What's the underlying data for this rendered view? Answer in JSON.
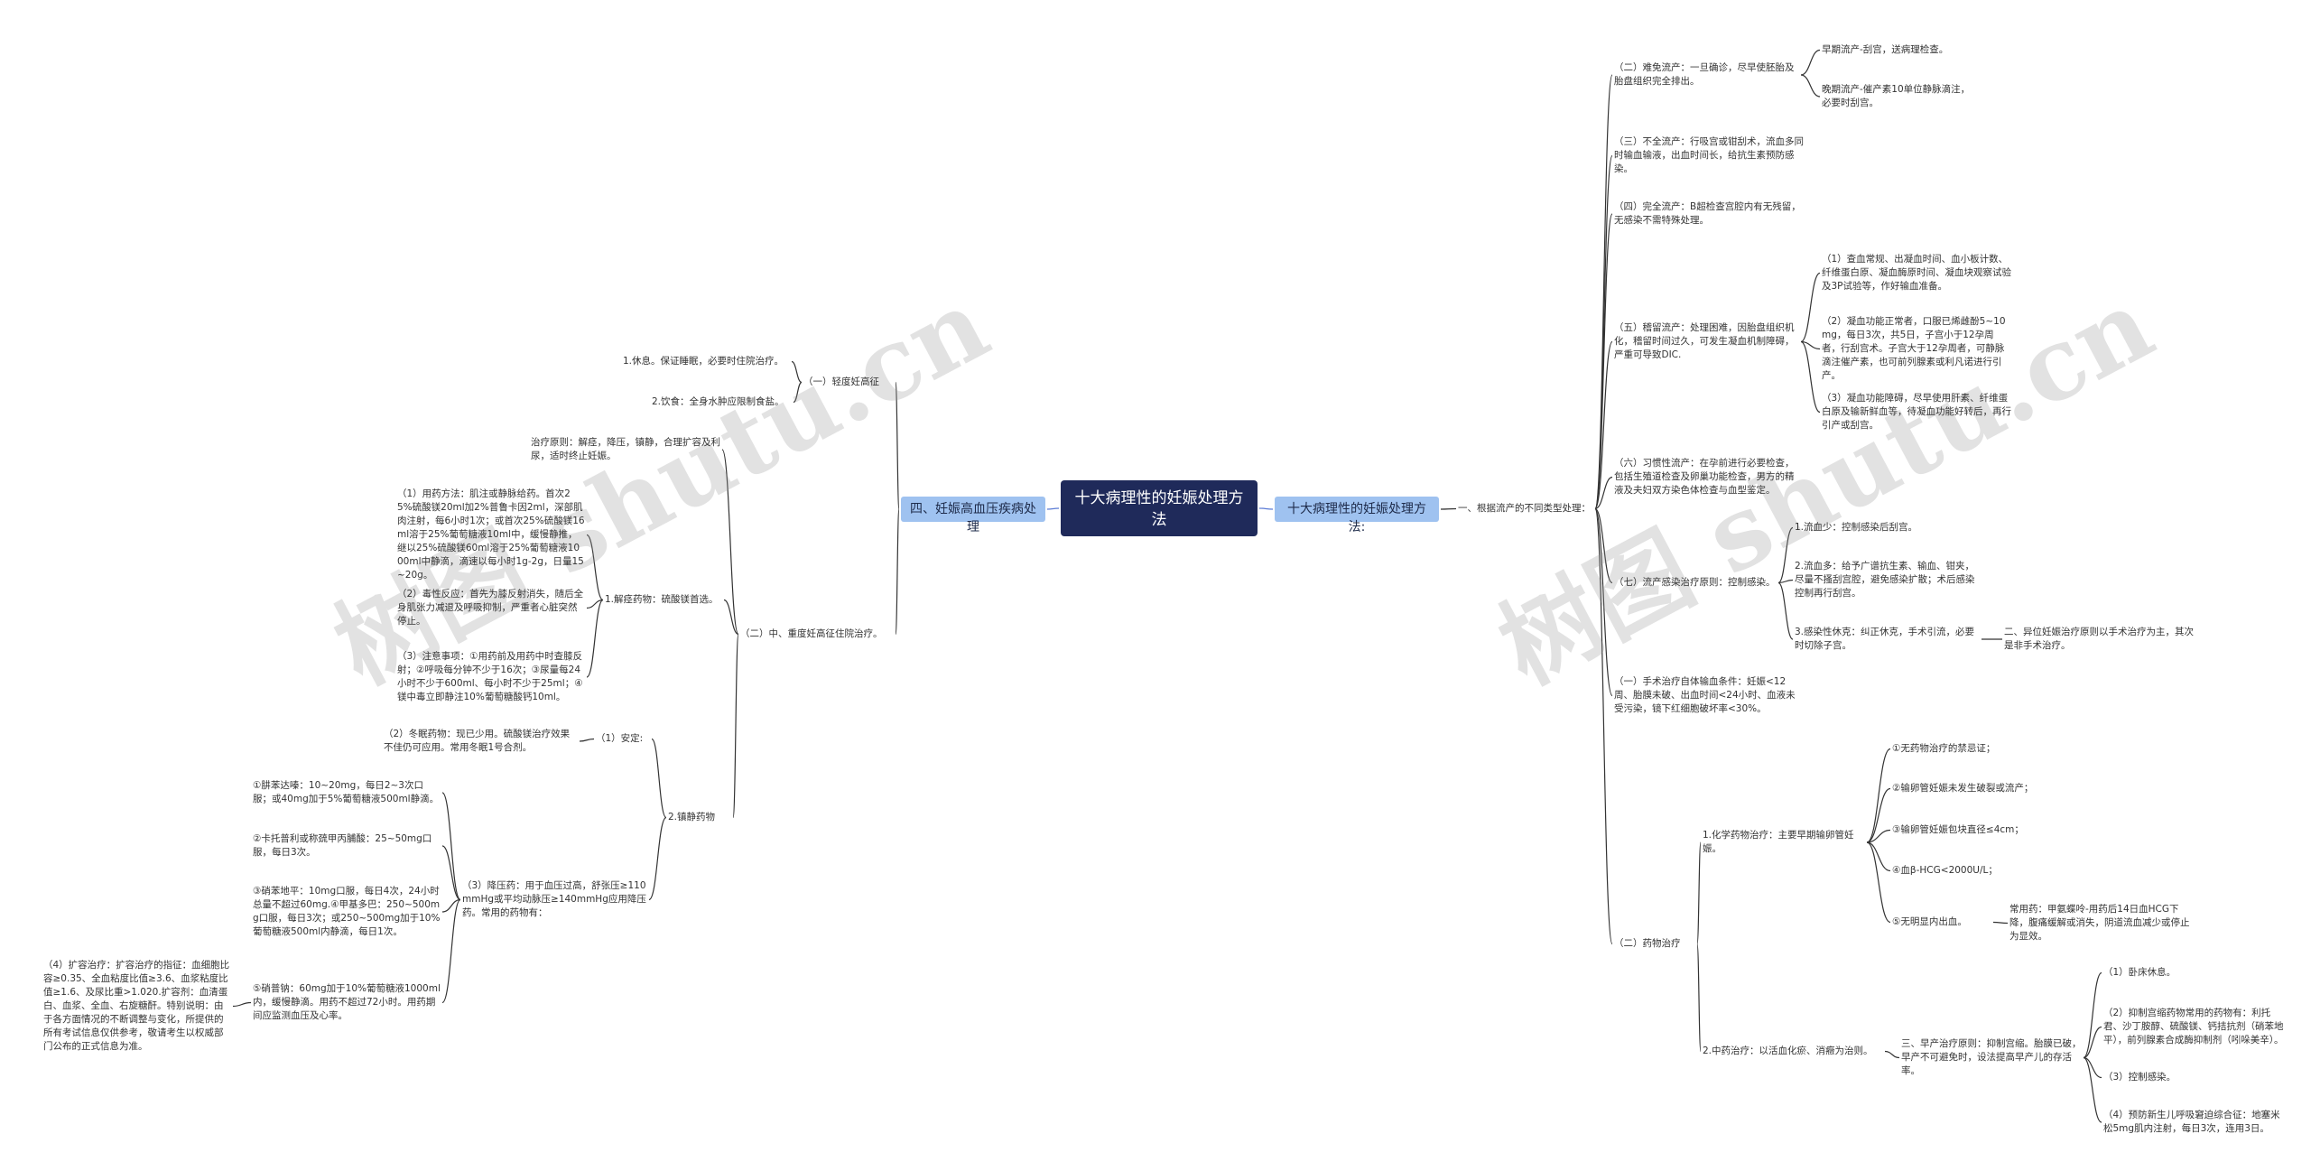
{
  "root": "十大病理性的妊娠处理方法",
  "left_main": "四、妊娠高血压疾病处理",
  "right_main": "十大病理性的妊娠处理方法:",
  "watermark": "树图 shutu.cn",
  "L": {
    "mild": "（一）轻度妊高征",
    "mild_1": "1.休息。保证睡眠，必要时住院治疗。",
    "mild_2": "2.饮食：全身水肿应限制食盐。",
    "severe": "（二）中、重度妊高征住院治疗。",
    "principle": "治疗原则：解痉，降压，镇静，合理扩容及利尿，适时终止妊娠。",
    "spasm": "1.解痉药物：硫酸镁首选。",
    "spasm_1": "（1）用药方法：肌注或静脉给药。首次25%硫酸镁20ml加2%普鲁卡因2ml，深部肌肉注射，每6小时1次；或首次25%硫酸镁16ml溶于25%葡萄糖液10ml中，缓慢静推，继以25%硫酸镁60ml溶于25%葡萄糖液1000ml中静滴，滴速以每小时1g-2g，日量15~20g。",
    "spasm_2": "（2）毒性反应：首先为膝反射消失，随后全身肌张力减退及呼吸抑制，严重者心脏突然停止。",
    "spasm_3": "（3）注意事项：①用药前及用药中时查膝反射；②呼吸每分钟不少于16次；③尿量每24小时不少于600ml、每小时不少于25ml；④镁中毒立即静注10%葡萄糖酸钙10ml。",
    "sedative": "2.镇静药物",
    "sed_1": "（1）安定:",
    "sed_1_text": "（2）冬眠药物：现已少用。硫酸镁治疗效果不佳仍可应用。常用冬眠1号合剂。",
    "sed_3": "（3）降压药：用于血压过高，舒张压≥110mmHg或平均动脉压≥140mmHg应用降压药。常用的药物有：",
    "drug_1": "①肼苯达嗪：10~20mg，每日2~3次口服；或40mg加于5%葡萄糖液500ml静滴。",
    "drug_2": "②卡托普利或称巯甲丙脯酸：25~50mg口服，每日3次。",
    "drug_3": "③硝苯地平：10mg口服，每日4次，24小时总量不超过60mg.④甲基多巴：250~500mg口服，每日3次；或250~500mg加于10%葡萄糖液500ml内静滴，每日1次。",
    "drug_5": "⑤硝普钠：60mg加于10%葡萄糖液1000ml内，缓慢静滴。用药不超过72小时。用药期间应监测血压及心率。",
    "expand": "（4）扩容治疗：扩容治疗的指征：血细胞比容≥0.35、全血粘度比值≥3.6、血浆粘度比值≥1.6、及尿比重>1.020.扩容剂：血清蛋白、血浆、全血、右旋糖酐。特别说明：由于各方面情况的不断调整与变化，所提供的所有考试信息仅供参考，敬请考生以权威部门公布的正式信息为准。"
  },
  "R": {
    "level1": "一、根据流产的不同类型处理：",
    "inevitable": "（二）难免流产：一旦确诊，尽早使胚胎及胎盘组织完全排出。",
    "inevitable_1": "早期流产-刮宫，送病理检查。",
    "inevitable_2": "晚期流产-催产素10单位静脉滴注，必要时刮宫。",
    "incomplete": "（三）不全流产：行吸宫或钳刮术，流血多同时输血输液，出血时间长，给抗生素预防感染。",
    "complete": "（四）完全流产：B超检查宫腔内有无残留，无感染不需特殊处理。",
    "missed": "（五）稽留流产：处理困难，因胎盘组织机化，稽留时间过久，可发生凝血机制障碍，严重可导致DIC.",
    "missed_1": "（1）查血常规、出凝血时间、血小板计数、纤维蛋白原、凝血酶原时间、凝血块观察试验及3P试验等，作好输血准备。",
    "missed_2": "（2）凝血功能正常者，口服已烯雌酚5~10mg，每日3次，共5日，子宫小于12孕周者，行刮宫术。子宫大于12孕周者，可静脉滴注催产素，也可前列腺素或利凡诺进行引产。",
    "missed_3": "（3）凝血功能障碍，尽早使用肝素、纤维蛋白原及输新鲜血等，待凝血功能好转后，再行引产或刮宫。",
    "habitual": "（六）习惯性流产：在孕前进行必要检查，包括生殖道检查及卵巢功能检查，男方的精液及夫妇双方染色体检查与血型鉴定。",
    "infected": "（七）流产感染治疗原则：控制感染。",
    "infected_1": "1.流血少：控制感染后刮宫。",
    "infected_2": "2.流血多：给予广谱抗生素、输血、钳夹，尽量不搔刮宫腔，避免感染扩散；术后感染控制再行刮宫。",
    "infected_3": "3.感染性休克：纠正休克，手术引流，必要时切除子宫。",
    "infected_3_note": "二、异位妊娠治疗原则以手术治疗为主，其次是非手术治疗。",
    "surgery": "（一）手术治疗自体输血条件：妊娠<12周、胎膜未破、出血时间<24小时、血液未受污染，镜下红细胞破坏率<30%。",
    "drug": "（二）药物治疗",
    "chem": "1.化学药物治疗：主要早期输卵管妊娠。",
    "chem_1": "①无药物治疗的禁忌证；",
    "chem_2": "②输卵管妊娠未发生破裂或流产；",
    "chem_3": "③输卵管妊娠包块直径≤4cm；",
    "chem_4": "④血β-HCG<2000U/L；",
    "chem_5": "⑤无明显内出血。",
    "chem_5_note": "常用药：甲氨蝶呤-用药后14日血HCG下降，腹痛缓解或消失，阴道流血减少或停止为显效。",
    "tcm": "2.中药治疗：以活血化瘀、消癥为治则。",
    "premature": "三、早产治疗原则：抑制宫缩。胎膜已破，早产不可避免时，设法提高早产儿的存活率。",
    "pre_1": "（1）卧床休息。",
    "pre_2": "（2）抑制宫缩药物常用的药物有：利托君、沙丁胺醇、硫酸镁、钙拮抗剂（硝苯地平），前列腺素合成酶抑制剂（吲哚美辛）。",
    "pre_3": "（3）控制感染。",
    "pre_4": "（4）预防新生儿呼吸窘迫综合征：地塞米松5mg肌内注射，每日3次，连用3日。"
  }
}
